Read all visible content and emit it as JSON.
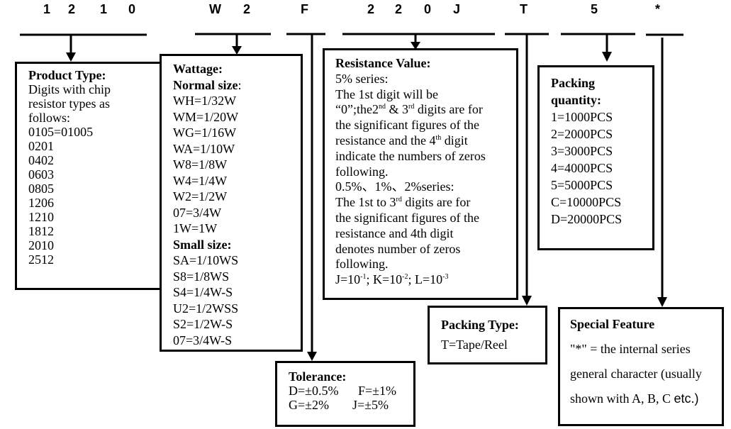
{
  "code": {
    "c1": "1",
    "c2": "2",
    "c3": "1",
    "c4": "0",
    "c5": "W",
    "c6": "2",
    "c7": "F",
    "c8": "2",
    "c9": "2",
    "c10": "0",
    "c11": "J",
    "c12": "T",
    "c13": "5",
    "c14": "*"
  },
  "product_type": {
    "title": "Product Type:",
    "desc": [
      "Digits with chip",
      "resistor types as",
      "follows:"
    ],
    "sizes": [
      "0105=01005",
      "0201",
      "0402",
      "0603",
      "0805",
      "1206",
      "1210",
      "1812",
      "2010",
      "2512"
    ]
  },
  "wattage": {
    "title": "Wattage:",
    "normal_title": "Normal size",
    "normal_colon": ":",
    "normal": [
      "WH=1/32W",
      "WM=1/20W",
      "WG=1/16W",
      "WA=1/10W",
      "W8=1/8W",
      "W4=1/4W",
      "W2=1/2W",
      "07=3/4W",
      "1W=1W"
    ],
    "small_title": "Small size:",
    "small": [
      "SA=1/10WS",
      "S8=1/8WS",
      "S4=1/4W-S",
      "U2=1/2WSS",
      "S2=1/2W-S",
      "07=3/4W-S"
    ]
  },
  "tolerance": {
    "title": "Tolerance:",
    "d": "D=±0.5%",
    "f": "F=±1%",
    "g": "G=±2%",
    "j": "J=±5%"
  },
  "resistance": {
    "title": "Resistance Value:",
    "series5": "5% series:",
    "l1": "The 1st digit will be",
    "l2a": "“0”;the2",
    "l2_sup1": "nd",
    "l2b": " & 3",
    "l2_sup2": "rd",
    "l2c": " digits are for",
    "l3": "the significant figures of the",
    "l4a": "resistance and the 4",
    "l4_sup": "th",
    "l4b": " digit",
    "l5": "indicate the numbers of zeros",
    "l6": "following.",
    "series_b": "0.5%、1%、2%series:",
    "m1a": "The 1st to 3",
    "m1_sup": "rd",
    "m1b": " digits are for",
    "m2": "the significant figures of the",
    "m3": "resistance and 4th digit",
    "m4": "denotes number of zeros",
    "m5": "following.",
    "jk_j": "J=10",
    "jk_j_exp": "-1",
    "jk_k": "; K=10",
    "jk_k_exp": "-2",
    "jk_l": "; L=10",
    "jk_l_exp": "-3"
  },
  "packing_type": {
    "title": "Packing Type:",
    "value": "T=Tape/Reel"
  },
  "packing_qty": {
    "title1": "Packing",
    "title2": "quantity:",
    "items": [
      "1=1000PCS",
      "2=2000PCS",
      "3=3000PCS",
      "4=4000PCS",
      "5=5000PCS",
      "C=10000PCS",
      "D=20000PCS"
    ]
  },
  "special": {
    "title": "Special Feature",
    "l1": "\"*\" = the internal series",
    "l2": "general character (usually",
    "l3a": "shown with A, B, C ",
    "l3b": "etc.)"
  }
}
